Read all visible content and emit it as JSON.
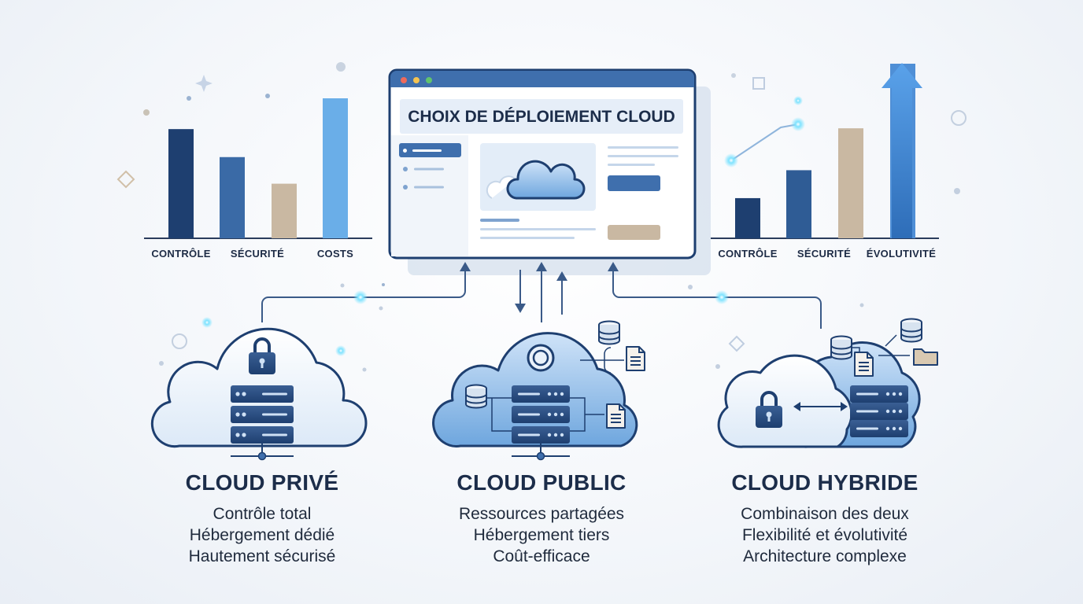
{
  "window": {
    "title": "CHOIX DE DÉPLOIEMENT CLOUD"
  },
  "left_chart": {
    "labels": [
      "CONTRÔLE",
      "SÉCURITÉ",
      "COSTS"
    ],
    "values": [
      0.78,
      0.58,
      0.39,
      1.0
    ],
    "colors": [
      "#1e3f70",
      "#3a6aa6",
      "#c9b8a2",
      "#6aaee8"
    ]
  },
  "right_chart": {
    "labels": [
      "CONTRÔLE",
      "SÉCURITÉ",
      "ÉVOLUTIVITÉ"
    ],
    "values": [
      0.23,
      0.39,
      0.63,
      1.0
    ],
    "colors": [
      "#1e3f70",
      "#2f5c95",
      "#c9b8a2",
      "#4f8fd6"
    ]
  },
  "columns": [
    {
      "title": "CLOUD PRIVÉ",
      "lines": [
        "Contrôle total",
        "Hébergement dédié",
        "Hautement sécurisé"
      ]
    },
    {
      "title": "CLOUD PUBLIC",
      "lines": [
        "Ressources partagées",
        "Hébergement tiers",
        "Coût-efficace"
      ]
    },
    {
      "title": "CLOUD HYBRIDE",
      "lines": [
        "Combinaison des deux",
        "Flexibilité et évolutivité",
        "Architecture complexe"
      ]
    }
  ],
  "palette": {
    "navy": "#1e3f70",
    "blue": "#3a6aa6",
    "light_blue": "#cfe1f5",
    "tan": "#c9b8a2",
    "glow": "#5fd3f5"
  }
}
